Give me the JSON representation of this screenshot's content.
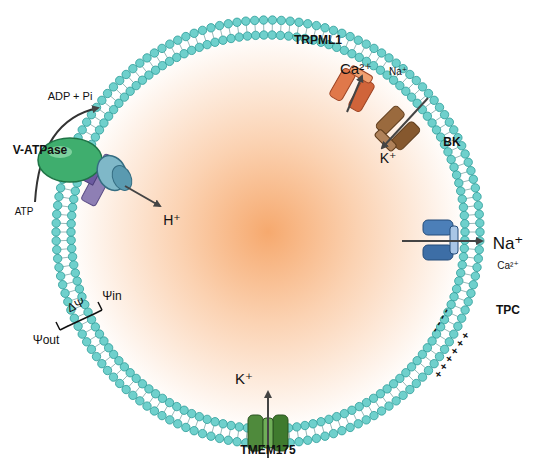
{
  "diagram": {
    "labels": [
      "TRPML1",
      "Ca²⁺",
      "Na⁺",
      "BK",
      "K⁺",
      "V-ATPase",
      "ADP + Pi",
      "ATP",
      "H⁺",
      "Na⁺",
      "Ca²⁺",
      "TPC",
      "- - - -",
      "+ + + + + +",
      "ΔΨ",
      "Ψin",
      "Ψout",
      "K⁺",
      "TMEM175"
    ]
  }
}
